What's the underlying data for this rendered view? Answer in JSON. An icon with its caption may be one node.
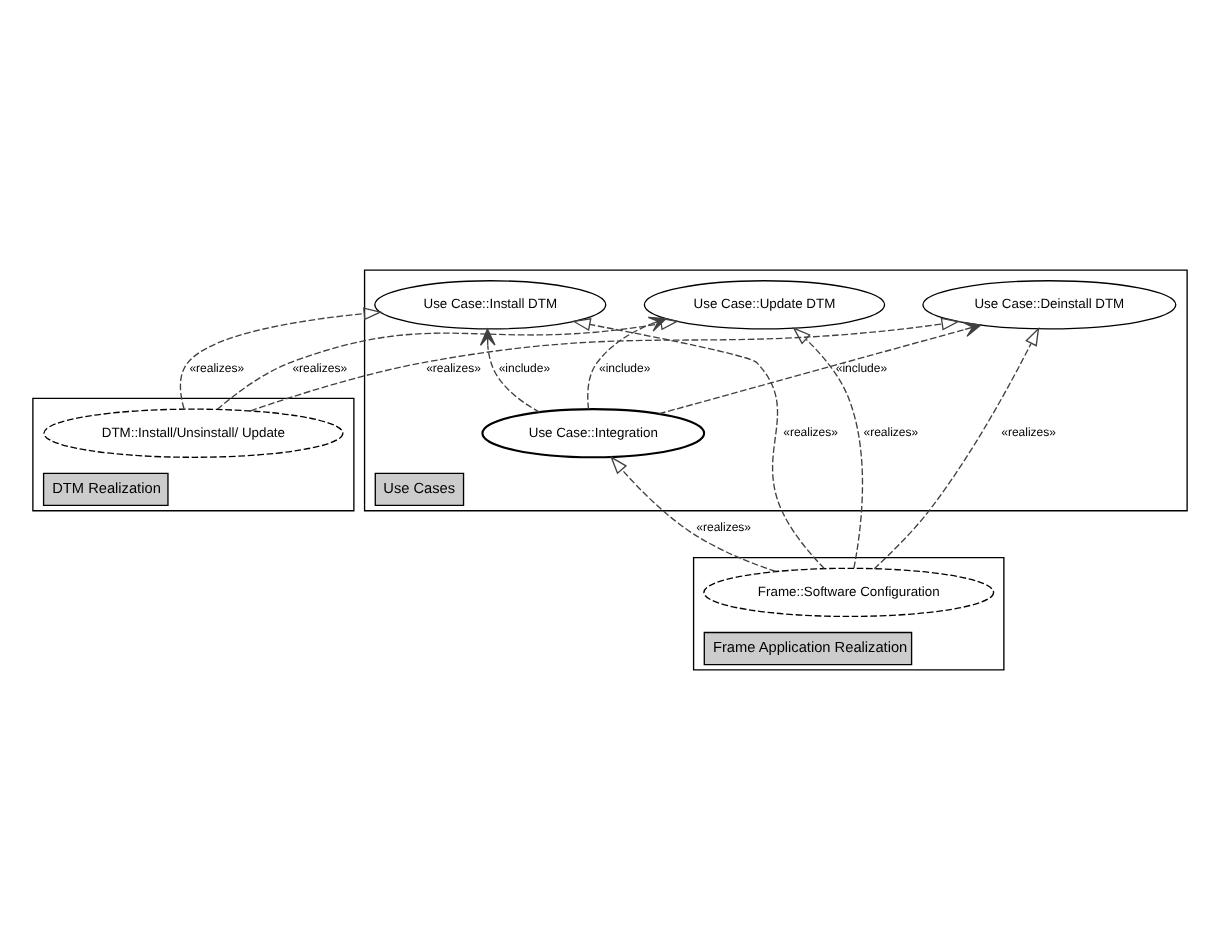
{
  "diagram": {
    "nodes": [
      {
        "text": [
          "Use Cases"
        ]
      },
      {
        "text": [
          "Use Case::Integration"
        ],
        "in": 0
      },
      {
        "text": [
          "Use Case::Install DTM"
        ],
        "in": 0
      },
      {
        "text": [
          "Use Case::Update DTM"
        ],
        "in": 0
      },
      {
        "text": [
          "Use Case::Deinstall DTM"
        ],
        "in": 0
      },
      {
        "text": [
          "DTM Realization"
        ]
      },
      {
        "text": [
          "DTM::Install/Unsinstall/ Update"
        ],
        "in": 5
      },
      {
        "text": [
          "Frame Application Realization"
        ]
      },
      {
        "text": [
          "Frame::Software Configuration"
        ],
        "in": 7
      }
    ],
    "edges": [
      {
        "from": 1,
        "to": 2,
        "arrow": "to",
        "label": "«include»",
        "style": "dashed"
      },
      {
        "from": 1,
        "to": 3,
        "arrow": "to",
        "label": "«include»",
        "style": "dashed"
      },
      {
        "from": 1,
        "to": 4,
        "arrow": "to",
        "label": "«include»",
        "style": "dashed"
      },
      {
        "from": 6,
        "to": 2,
        "arrow": "to",
        "label": "«realizes»",
        "style": "dashed"
      },
      {
        "from": 6,
        "to": 3,
        "arrow": "to",
        "label": "«realizes»",
        "style": "dashed"
      },
      {
        "from": 6,
        "to": 4,
        "arrow": "to",
        "label": "«realizes»",
        "style": "dashed"
      },
      {
        "from": 8,
        "to": 1,
        "arrow": "to",
        "label": "«realizes»",
        "style": "dashed"
      },
      {
        "from": 8,
        "to": 2,
        "arrow": "to",
        "label": "«realizes»",
        "style": "dashed"
      },
      {
        "from": 8,
        "to": 3,
        "arrow": "to",
        "label": "«realizes»",
        "style": "dashed"
      },
      {
        "from": 8,
        "to": 4,
        "arrow": "to",
        "label": "«realizes»",
        "style": "dashed"
      }
    ]
  }
}
